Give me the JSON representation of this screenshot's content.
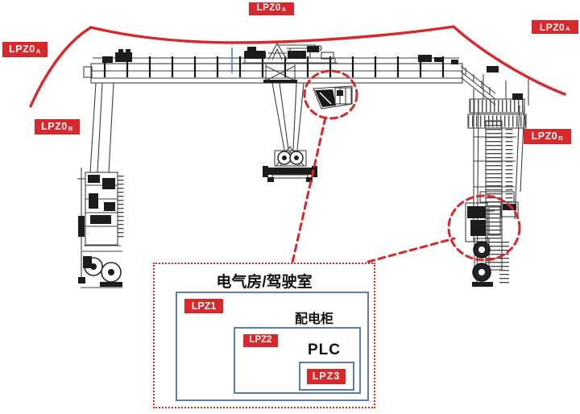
{
  "figure": {
    "type": "gantry-crane-lightning-protection-zone-diagram",
    "zone_labels": {
      "top_center": {
        "text": "LPZ0",
        "sub": "A"
      },
      "top_right": {
        "text": "LPZ0",
        "sub": "A"
      },
      "left_upper": {
        "text": "LPZ0",
        "sub": "A"
      },
      "left_lower": {
        "text": "LPZ0",
        "sub": "B"
      },
      "right_lower": {
        "text": "LPZ0",
        "sub": "B"
      }
    },
    "inset": {
      "room_title": "电气房/驾驶室",
      "zone1_label": "LPZ1",
      "cabinet_title": "配电柜",
      "zone2_label": "LPZ2",
      "plc_title": "PLC",
      "zone3_label": "LPZ3"
    },
    "colors": {
      "zone_red": "#d7282b",
      "inset_box_blue": "#5b7cb0",
      "drawing_line_gray": "#3f3f3f",
      "cable_blue": "#4a7cc7"
    }
  }
}
